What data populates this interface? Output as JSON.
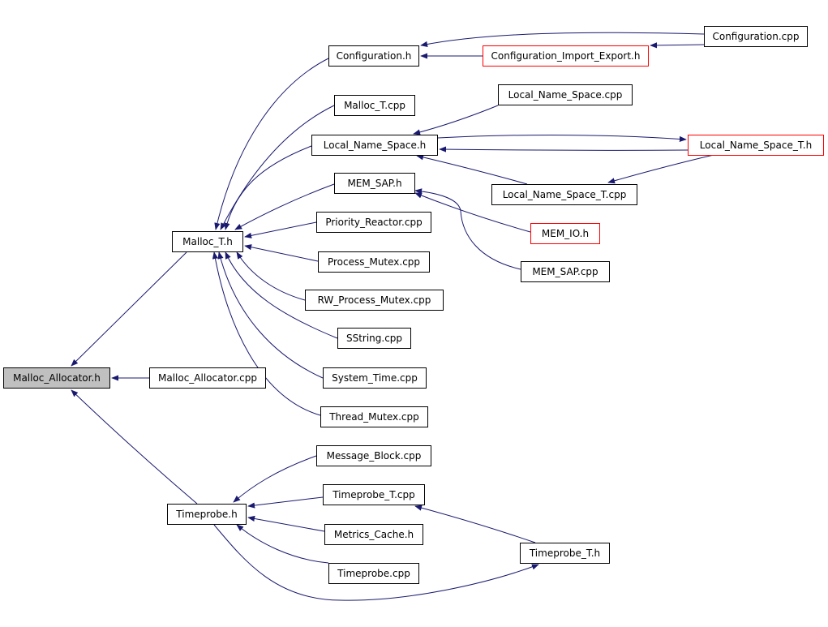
{
  "colors": {
    "edge": "#191970",
    "link_border": "#ff0000",
    "box_border": "#000000",
    "root_fill": "#c0c0c0"
  },
  "nodes": {
    "malloc_allocator_h": "Malloc_Allocator.h",
    "malloc_allocator_cpp": "Malloc_Allocator.cpp",
    "malloc_t_h": "Malloc_T.h",
    "timeprobe_h": "Timeprobe.h",
    "configuration_h": "Configuration.h",
    "configuration_cpp": "Configuration.cpp",
    "configuration_import_export_h": "Configuration_Import_Export.h",
    "malloc_t_cpp": "Malloc_T.cpp",
    "local_name_space_h": "Local_Name_Space.h",
    "local_name_space_cpp": "Local_Name_Space.cpp",
    "local_name_space_t_h": "Local_Name_Space_T.h",
    "local_name_space_t_cpp": "Local_Name_Space_T.cpp",
    "mem_sap_h": "MEM_SAP.h",
    "mem_io_h": "MEM_IO.h",
    "mem_sap_cpp": "MEM_SAP.cpp",
    "priority_reactor_cpp": "Priority_Reactor.cpp",
    "process_mutex_cpp": "Process_Mutex.cpp",
    "rw_process_mutex_cpp": "RW_Process_Mutex.cpp",
    "sstring_cpp": "SString.cpp",
    "system_time_cpp": "System_Time.cpp",
    "thread_mutex_cpp": "Thread_Mutex.cpp",
    "message_block_cpp": "Message_Block.cpp",
    "timeprobe_t_cpp": "Timeprobe_T.cpp",
    "metrics_cache_h": "Metrics_Cache.h",
    "timeprobe_cpp": "Timeprobe.cpp",
    "timeprobe_t_h": "Timeprobe_T.h"
  },
  "edges": [
    [
      "malloc_allocator_cpp",
      "malloc_allocator_h"
    ],
    [
      "malloc_t_h",
      "malloc_allocator_h"
    ],
    [
      "timeprobe_h",
      "malloc_allocator_h"
    ],
    [
      "configuration_h",
      "malloc_t_h"
    ],
    [
      "malloc_t_cpp",
      "malloc_t_h"
    ],
    [
      "local_name_space_h",
      "malloc_t_h"
    ],
    [
      "mem_sap_h",
      "malloc_t_h"
    ],
    [
      "priority_reactor_cpp",
      "malloc_t_h"
    ],
    [
      "process_mutex_cpp",
      "malloc_t_h"
    ],
    [
      "rw_process_mutex_cpp",
      "malloc_t_h"
    ],
    [
      "sstring_cpp",
      "malloc_t_h"
    ],
    [
      "system_time_cpp",
      "malloc_t_h"
    ],
    [
      "thread_mutex_cpp",
      "malloc_t_h"
    ],
    [
      "configuration_cpp",
      "configuration_h"
    ],
    [
      "configuration_import_export_h",
      "configuration_h"
    ],
    [
      "configuration_cpp",
      "configuration_import_export_h"
    ],
    [
      "local_name_space_cpp",
      "local_name_space_h"
    ],
    [
      "local_name_space_t_h",
      "local_name_space_h"
    ],
    [
      "local_name_space_t_cpp",
      "local_name_space_h"
    ],
    [
      "local_name_space_h",
      "local_name_space_t_h"
    ],
    [
      "local_name_space_t_h",
      "local_name_space_t_cpp"
    ],
    [
      "mem_io_h",
      "mem_sap_h"
    ],
    [
      "mem_sap_cpp",
      "mem_sap_h"
    ],
    [
      "message_block_cpp",
      "timeprobe_h"
    ],
    [
      "timeprobe_t_cpp",
      "timeprobe_h"
    ],
    [
      "metrics_cache_h",
      "timeprobe_h"
    ],
    [
      "timeprobe_cpp",
      "timeprobe_h"
    ],
    [
      "timeprobe_h",
      "timeprobe_t_h"
    ],
    [
      "timeprobe_t_h",
      "timeprobe_t_cpp"
    ]
  ]
}
